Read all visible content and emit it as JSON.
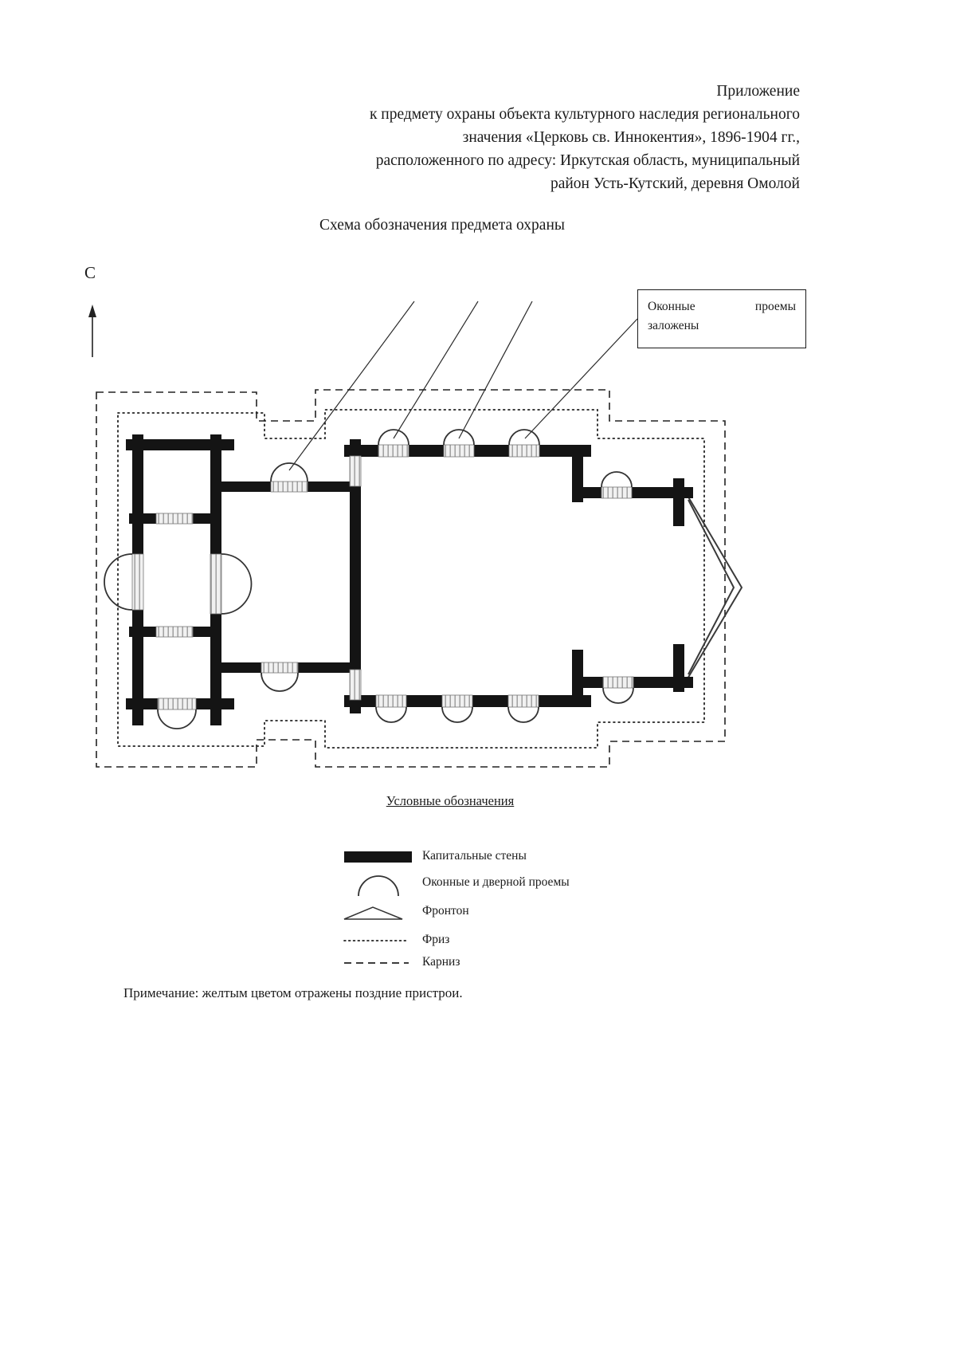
{
  "document": {
    "header_lines": [
      "Приложение",
      "к предмету охраны объекта культурного наследия регионального",
      "значения «Церковь св. Иннокентия», 1896-1904 гг.,",
      "расположенного по адресу: Иркутская область, муниципальный",
      "район Усть-Кутский, деревня Омолой"
    ],
    "schema_title": "Схема обозначения предмета охраны",
    "north_label": "С",
    "callout": {
      "word1": "Оконные",
      "word2": "проемы",
      "line2": "заложены"
    },
    "legend": {
      "title": "Условные обозначения",
      "items": [
        {
          "id": "capital-walls",
          "label": "Капитальные стены"
        },
        {
          "id": "window-door-openings",
          "label": "Оконные и дверной проемы"
        },
        {
          "id": "pediment",
          "label": "Фронтон"
        },
        {
          "id": "frieze",
          "label": "Фриз"
        },
        {
          "id": "cornice",
          "label": "Карниз"
        }
      ]
    },
    "note": "Примечание: желтым цветом отражены поздние пристрои."
  }
}
